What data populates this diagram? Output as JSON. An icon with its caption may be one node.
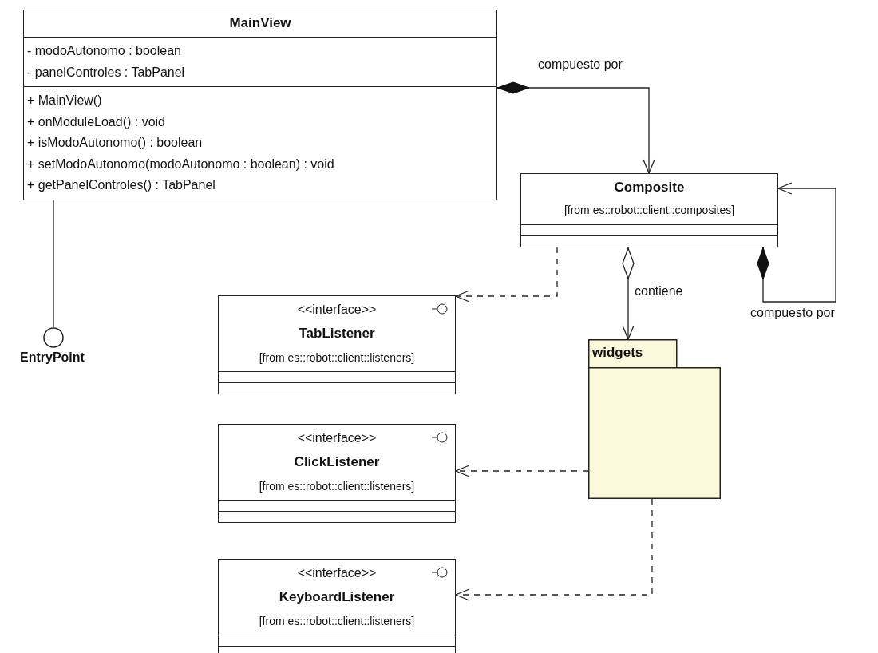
{
  "diagram": {
    "nodes": [
      {
        "text": [
          "MainView",
          "- modoAutonomo : boolean",
          "- panelControles : TabPanel",
          "+ MainView()",
          "+ onModuleLoad() : void",
          "+ isModoAutonomo() : boolean",
          "+ setModoAutonomo(modoAutonomo : boolean) : void",
          "+ getPanelControles() : TabPanel"
        ]
      },
      {
        "text": [
          "EntryPoint"
        ]
      },
      {
        "text": [
          "Composite",
          "[from es::robot::client::composites]"
        ]
      },
      {
        "text": [
          "<<interface>>",
          "TabListener",
          "[from es::robot::client::listeners]"
        ]
      },
      {
        "text": [
          "<<interface>>",
          "ClickListener",
          "[from es::robot::client::listeners]"
        ]
      },
      {
        "text": [
          "<<interface>>",
          "KeyboardListener",
          "[from es::robot::client::listeners]"
        ]
      },
      {
        "text": [
          "widgets"
        ]
      }
    ],
    "edges": [
      {
        "from": 0,
        "to": 2,
        "arrow": "to",
        "label": "compuesto por"
      },
      {
        "from": 0,
        "to": 1,
        "arrow": "none"
      },
      {
        "from": 2,
        "to": 2,
        "arrow": "to",
        "label": "compuesto por"
      },
      {
        "from": 2,
        "to": 6,
        "arrow": "to",
        "label": "contiene"
      },
      {
        "from": 2,
        "to": 3,
        "arrow": "to",
        "style": "dashed"
      },
      {
        "from": 6,
        "to": 4,
        "arrow": "to",
        "style": "dashed"
      },
      {
        "from": 6,
        "to": 5,
        "arrow": "to",
        "style": "dashed"
      }
    ]
  }
}
